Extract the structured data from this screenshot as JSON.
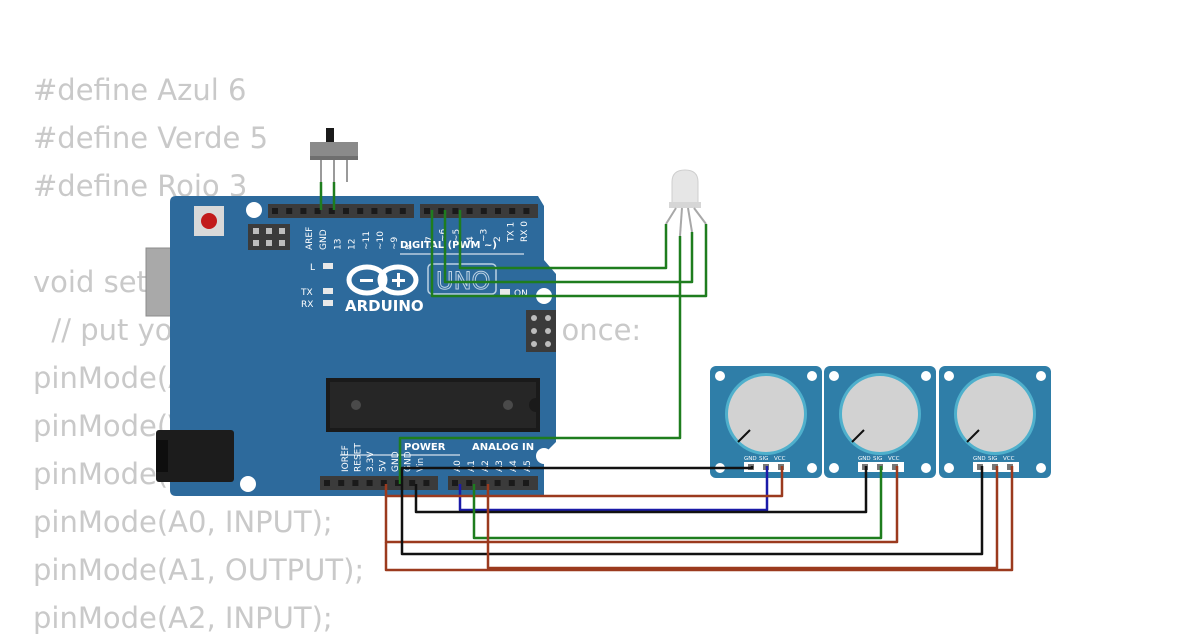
{
  "code_lines": [
    "#define Azul 6",
    "#define Verde 5",
    "#define Rojo 3",
    "",
    "void setup() {",
    "  // put your setup code here, to run once:",
    "pinMode(Azul, OUTPUT);",
    "pinMode(Verde, OUTPUT);",
    "pinMode(Rojo, OUTPUT);",
    "pinMode(A0, INPUT);",
    "pinMode(A1, OUTPUT);",
    "pinMode(A2, INPUT);"
  ],
  "board": {
    "brand": "ARDUINO",
    "model": "UNO",
    "digital_header_label": "DIGITAL (PWM ~)",
    "power_label": "POWER",
    "analog_label": "ANALOG IN",
    "led_l": "L",
    "led_tx": "TX",
    "led_rx": "RX",
    "led_on": "ON",
    "top_pins_left": [
      "AREF",
      "GND",
      "13",
      "12",
      "~11",
      "~10",
      "~9",
      "8"
    ],
    "top_pins_right": [
      "7",
      "~6",
      "~5",
      "4",
      "~3",
      "2",
      "TX 1",
      "RX 0"
    ],
    "power_pins": [
      "IOREF",
      "RESET",
      "3.3V",
      "5V",
      "GND",
      "GND",
      "Vin"
    ],
    "analog_pins": [
      "A0",
      "A1",
      "A2",
      "A3",
      "A4",
      "A5"
    ]
  },
  "potentiometers": [
    {
      "gnd": "GND",
      "sig": "SIG",
      "vcc": "VCC"
    },
    {
      "gnd": "GND",
      "sig": "SIG",
      "vcc": "VCC"
    },
    {
      "gnd": "GND",
      "sig": "SIG",
      "vcc": "VCC"
    }
  ],
  "colors": {
    "board": "#2d6a9c",
    "board_dark": "#24567f",
    "header": "#3b3b3b",
    "wire_green": "#1e7d1e",
    "wire_black": "#111111",
    "wire_red": "#9b3a1e",
    "wire_blue": "#1a1aa8",
    "pot_body": "#2f7ea8",
    "pot_knob": "#d2d2d2",
    "code_text": "#c9c9c9"
  }
}
